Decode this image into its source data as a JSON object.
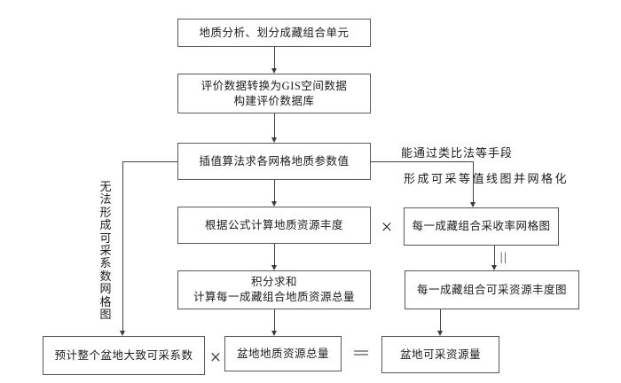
{
  "figure": {
    "background": "#ffffff",
    "box_border_color": "#595959",
    "line_color": "#454545",
    "text_color": "#1b1b1b"
  },
  "boxes": [
    {
      "id": "geological-analysis",
      "label": "地质分析、划分成藏组合单元"
    },
    {
      "id": "gis-database",
      "label": "评价数据转换为GIS空间数据\n构建评价数据库"
    },
    {
      "id": "interpolation",
      "label": "插值算法求各网格地质参数值"
    },
    {
      "id": "formula-abundance",
      "label": "根据公式计算地质资源丰度"
    },
    {
      "id": "integral-sum",
      "label": "积分求和\n计算每一成藏组合地质资源总量"
    },
    {
      "id": "recovery-grid",
      "label": "每一成藏组合采收率网格图"
    },
    {
      "id": "recoverable-abundance-map",
      "label": "每一成藏组合可采资源丰度图"
    },
    {
      "id": "estimate-coefficient",
      "label": "预计整个盆地大致可采系数"
    },
    {
      "id": "basin-geological-total",
      "label": "盆地地质资源总量"
    },
    {
      "id": "basin-recoverable",
      "label": "盆地可采资源量"
    }
  ],
  "operators": {
    "multiply_top": "×",
    "multiply_bottom": "×",
    "equals_bottom": "=",
    "equals_vertical": "||"
  },
  "annotations": {
    "cannot_form_note": "无法形成可采系数网格图",
    "analogy_note_line1": "能通过类比法等手段",
    "analogy_note_line2": "形成可采等值线图并网格化"
  }
}
